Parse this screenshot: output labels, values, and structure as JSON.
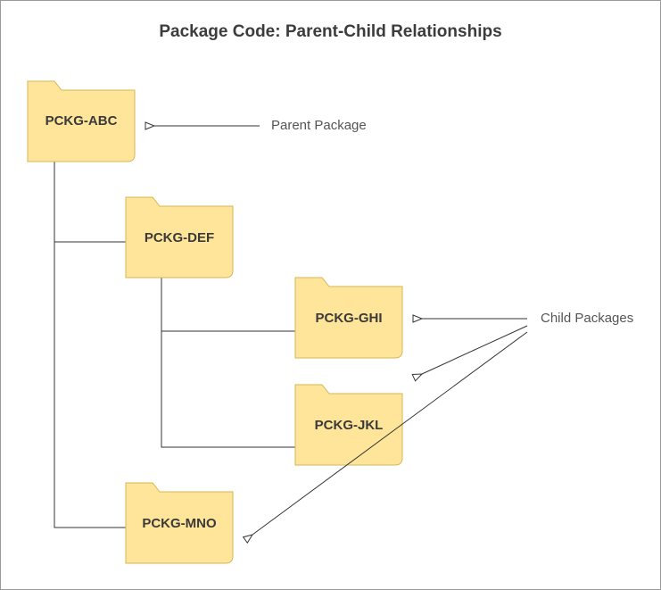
{
  "title": "Package Code: Parent-Child Relationships",
  "colors": {
    "folder_fill": "#FFE599",
    "folder_stroke": "#D6B656",
    "line": "#333333"
  },
  "packages": [
    {
      "id": "abc",
      "label": "PCKG-ABC",
      "role": "parent"
    },
    {
      "id": "def",
      "label": "PCKG-DEF",
      "role": "child"
    },
    {
      "id": "ghi",
      "label": "PCKG-GHI",
      "role": "child"
    },
    {
      "id": "jkl",
      "label": "PCKG-JKL",
      "role": "child"
    },
    {
      "id": "mno",
      "label": "PCKG-MNO",
      "role": "child"
    }
  ],
  "annotations": {
    "parent": "Parent Package",
    "child": "Child Packages"
  }
}
